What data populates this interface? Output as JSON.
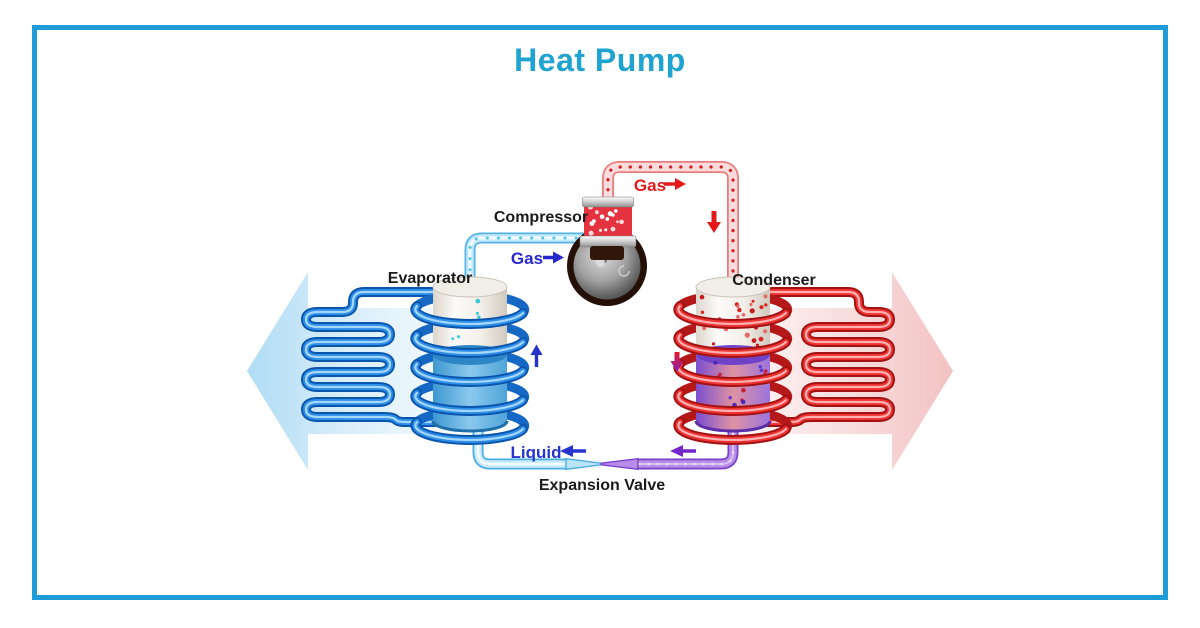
{
  "title": "Heat Pump",
  "colors": {
    "frame": "#1E9CD7",
    "title": "#1FA3D0",
    "hot_red": "#E41A1A",
    "cold_blue": "#2728CE",
    "purple": "#7426CC",
    "coil_blue": "#2E8FE8",
    "coil_red": "#EE3333"
  },
  "diagram": {
    "components": {
      "evaporator": "Evaporator",
      "compressor": "Compressor",
      "condenser": "Condenser",
      "expansion_valve": "Expansion Valve"
    },
    "flow_labels": {
      "gas_after_compressor": "Gas",
      "gas_before_compressor": "Gas",
      "liquid": "Liquid"
    }
  }
}
